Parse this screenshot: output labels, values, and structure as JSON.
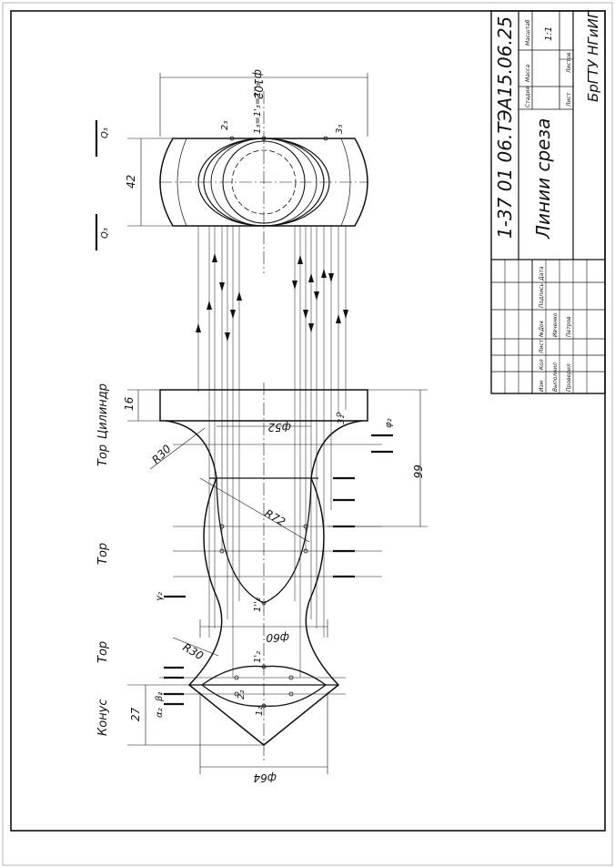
{
  "title_block": {
    "designation": "1-37 01 06.ТЭА15.06.25",
    "drawing_title": "Линии среза",
    "organization": "БрГТУ НГиИГ",
    "col_stage": "Стадия",
    "col_mass": "Масса",
    "col_scale": "Масштаб",
    "scale_value": "1:1",
    "col_sheet": "Лист",
    "col_sheets": "Листов",
    "rev_headers": [
      "Изм",
      "Кол",
      "Лист",
      "№Док",
      "Подпись",
      "Дата"
    ],
    "role_developed": "Выполнил",
    "role_checked": "Проверил",
    "name_developed": "Ивченко",
    "name_checked": "Петров"
  },
  "dimensions": {
    "d102": "ф102",
    "h42": "42",
    "h16": "16",
    "d52": "ф52",
    "r30_top": "R30",
    "h66": "66",
    "r72": "R72",
    "d60": "ф60",
    "r30_bottom": "R30",
    "h27": "27",
    "d64": "ф64"
  },
  "surface_labels": {
    "cylinder": "Цилиндр",
    "torus_1": "Тор",
    "torus_2": "Тор",
    "torus_3": "Тор",
    "cone": "Конус"
  },
  "plane_labels": {
    "q3_top": "Q₃",
    "q3_bottom": "Q₃",
    "phi2": "φ₂",
    "gamma2": "γ₂",
    "alpha2": "α₂",
    "beta2": "β₂"
  },
  "point_labels": {
    "p2_3": "2₃",
    "p1_3": "1₃=1'₃=1''₃",
    "p3_3": "3₃",
    "p3_2": "3₂",
    "p1pp_2": "1''₂",
    "p1p_2": "1'₂",
    "p1_2": "1₂",
    "p2_2": "2₂"
  }
}
